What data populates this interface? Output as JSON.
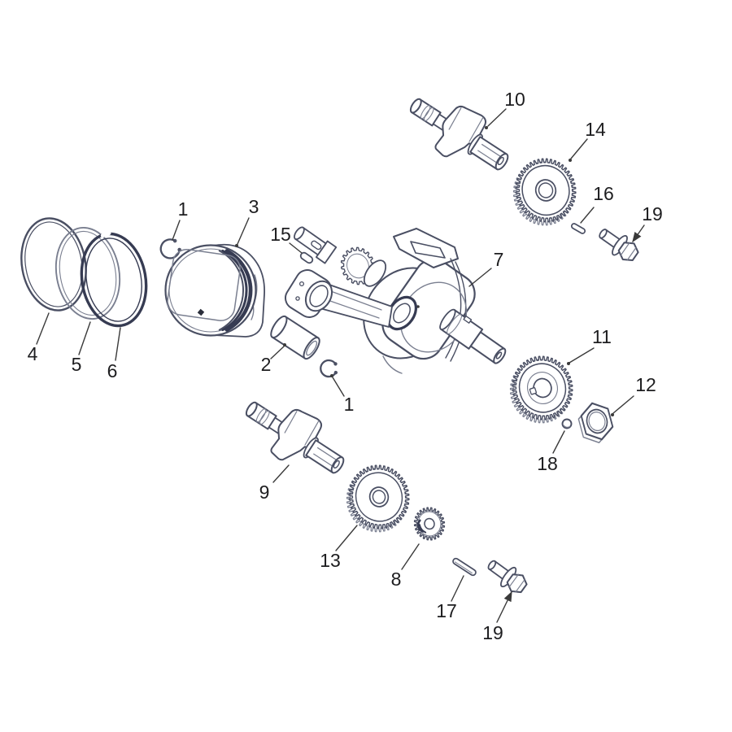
{
  "colors": {
    "background": "#ffffff",
    "line": "#4a4f63",
    "line_light": "#7a7f90",
    "line_dark": "#363b52",
    "label": "#1d1d1f",
    "leader": "#3a3a3a"
  },
  "callouts": [
    {
      "text": "1",
      "part": "piston-pin-circlip-left"
    },
    {
      "text": "3",
      "part": "piston"
    },
    {
      "text": "15",
      "part": "woodruff-key"
    },
    {
      "text": "10",
      "part": "balance-shaft-front"
    },
    {
      "text": "14",
      "part": "balance-shaft-gear-front"
    },
    {
      "text": "16",
      "part": "dowel-pin-small"
    },
    {
      "text": "19",
      "part": "flange-bolt-top"
    },
    {
      "text": "7",
      "part": "crankshaft-assembly"
    },
    {
      "text": "2",
      "part": "piston-pin"
    },
    {
      "text": "1",
      "part": "piston-pin-circlip-right"
    },
    {
      "text": "11",
      "part": "crankshaft-gear"
    },
    {
      "text": "12",
      "part": "hex-nut"
    },
    {
      "text": "18",
      "part": "steel-ball"
    },
    {
      "text": "4",
      "part": "piston-ring-outer"
    },
    {
      "text": "5",
      "part": "piston-ring-middle"
    },
    {
      "text": "6",
      "part": "piston-ring-inner"
    },
    {
      "text": "9",
      "part": "balance-shaft-rear"
    },
    {
      "text": "13",
      "part": "balance-shaft-gear-rear"
    },
    {
      "text": "8",
      "part": "pump-drive-gear"
    },
    {
      "text": "17",
      "part": "dowel-pin-long"
    },
    {
      "text": "19",
      "part": "flange-bolt-bottom"
    }
  ]
}
